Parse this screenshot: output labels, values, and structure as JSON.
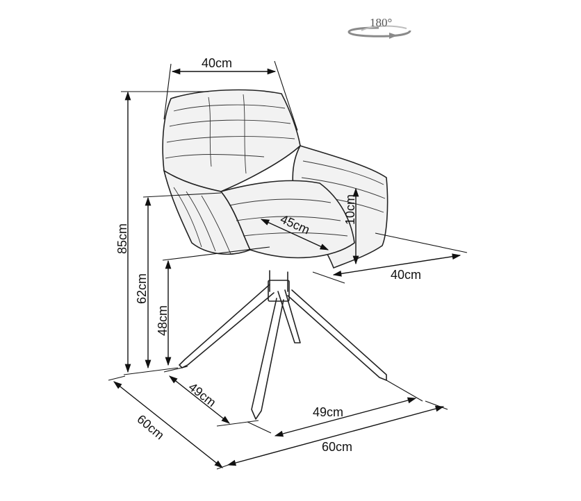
{
  "rotation": {
    "label": "180°",
    "icon": "rotate-arrow-icon"
  },
  "dimensions": {
    "back_width": "40cm",
    "overall_height": "85cm",
    "armrest_height": "62cm",
    "seat_height": "48cm",
    "armrest_above_seat": "10cm",
    "seat_depth_diagonal": "45cm",
    "seat_width": "40cm",
    "base_depth": "49cm",
    "base_width": "49cm",
    "overall_depth": "60cm",
    "overall_width": "60cm"
  }
}
